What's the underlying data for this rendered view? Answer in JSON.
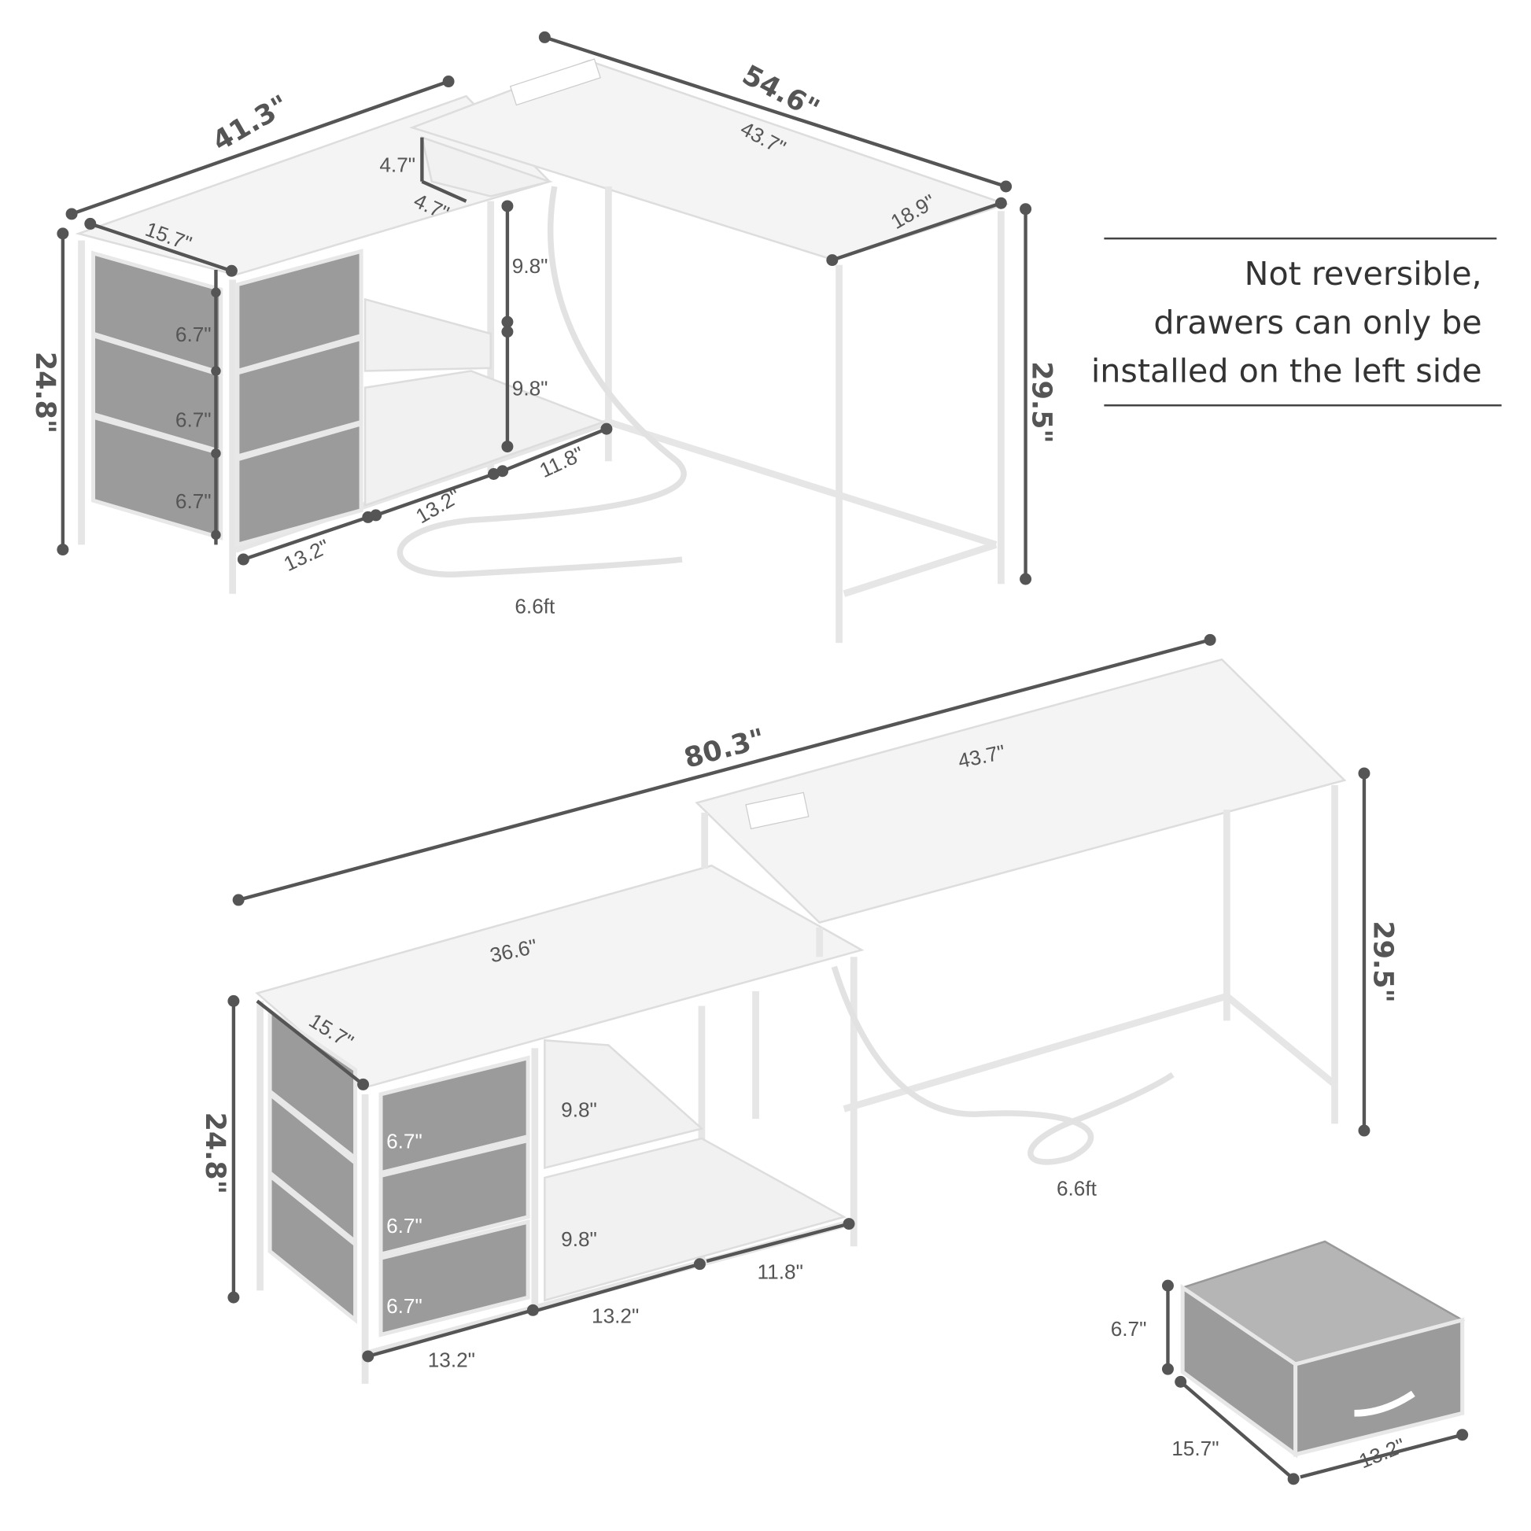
{
  "note": {
    "lines": [
      "Not reversible,",
      "drawers can only be",
      "installed on the left side"
    ]
  },
  "l_shape": {
    "total_width_left": "41.3\"",
    "total_width_right": "54.6\"",
    "desktop_length": "43.7\"",
    "riser_height": "4.7\"",
    "riser_depth": "4.7\"",
    "cabinet_depth": "15.7\"",
    "desktop_depth": "18.9\"",
    "shelf_height_upper": "9.8\"",
    "shelf_height_lower": "9.8\"",
    "cabinet_height": "24.8\"",
    "desk_height": "29.5\"",
    "drawer_heights": [
      "6.7\"",
      "6.7\"",
      "6.7\""
    ],
    "shelf_depth": "11.8\"",
    "shelf_width": "13.2\"",
    "drawer_width": "13.2\"",
    "cord_length": "6.6ft"
  },
  "straight": {
    "total_width": "80.3\"",
    "desktop_length": "43.7\"",
    "cabinet_top_length": "36.6\"",
    "cabinet_depth": "15.7\"",
    "cabinet_height": "24.8\"",
    "desk_height": "29.5\"",
    "drawer_heights": [
      "6.7\"",
      "6.7\"",
      "6.7\""
    ],
    "shelf_height_upper": "9.8\"",
    "shelf_height_lower": "9.8\"",
    "shelf_depth": "11.8\"",
    "shelf_width": "13.2\"",
    "drawer_width": "13.2\"",
    "cord_length": "6.6ft"
  },
  "drawer": {
    "height": "6.7\"",
    "depth": "15.7\"",
    "width": "13.2\""
  }
}
